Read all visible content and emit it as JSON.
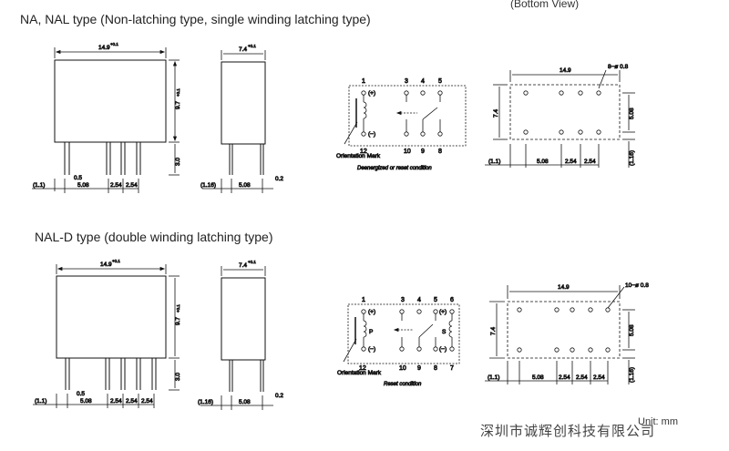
{
  "header": {
    "title_top": "NA, NAL type (Non-latching type, single winding latching type)",
    "bottom_view": "(Bottom View)",
    "title_bottom": "NAL-D type (double winding latching type)"
  },
  "watermark": "深圳市诚辉创科技有限公司",
  "unit": "Unit: mm",
  "top": {
    "front": {
      "width": "14.9",
      "width_tol": "+0.1",
      "height": "9.7",
      "height_tol": "+0.1",
      "pin_len": "3.0",
      "offset": "(1.1)",
      "pin_w": "0.5",
      "pitch_a": "5.08",
      "pitch_b": "2.54",
      "pitch_c": "2.54"
    },
    "side": {
      "width": "7.4",
      "width_tol": "+0.1",
      "offset": "(1.16)",
      "pitch": "5.08",
      "pin_t": "0.2"
    },
    "schematic": {
      "pins_top": [
        "1",
        "3",
        "4",
        "5"
      ],
      "pins_bottom": [
        "12",
        "10",
        "9",
        "8"
      ],
      "plus": "(+)",
      "minus": "(−)",
      "orientation": "Orientation Mark",
      "caption": "Deenergized or reset condition"
    },
    "bottom": {
      "width": "14.9",
      "holes": "8−ø 0.8",
      "height": "7.4",
      "spacing": "5.08",
      "offset": "(1.1)",
      "pitch_a": "5.08",
      "pitch_b": "2.54",
      "pitch_c": "2.54",
      "offset_side": "(1.16)"
    }
  },
  "bot": {
    "front": {
      "width": "14.9",
      "width_tol": "+0.1",
      "height": "9.7",
      "height_tol": "+0.1",
      "pin_len": "3.0",
      "offset": "(1.1)",
      "pin_w": "0.5",
      "pitch_a": "5.08",
      "pitch_b": "2.54",
      "pitch_c": "2.54",
      "pitch_d": "2.54"
    },
    "side": {
      "width": "7.4",
      "width_tol": "+0.1",
      "offset": "(1.16)",
      "pitch": "5.08",
      "pin_t": "0.2"
    },
    "schematic": {
      "pins_top": [
        "1",
        "3",
        "4",
        "5",
        "6"
      ],
      "pins_bottom": [
        "12",
        "10",
        "9",
        "8",
        "7"
      ],
      "plus_l": "(+)",
      "minus_l": "(−)",
      "plus_r": "(+)",
      "minus_r": "(−)",
      "p": "P",
      "s": "S",
      "orientation": "Orientation Mark",
      "caption": "Reset condition"
    },
    "bottom": {
      "width": "14.9",
      "holes": "10−ø 0.8",
      "height": "7.4",
      "spacing": "5.08",
      "offset": "(1.1)",
      "pitch_a": "5.08",
      "pitch_b": "2.54",
      "pitch_c": "2.54",
      "pitch_d": "2.54",
      "offset_side": "(1.16)"
    }
  }
}
